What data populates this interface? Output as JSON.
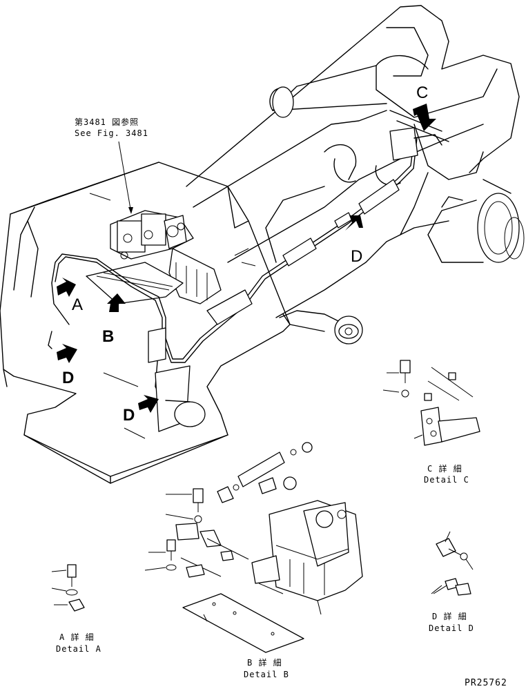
{
  "reference": {
    "jp": "第3481 図参照",
    "en": "See Fig. 3481"
  },
  "view_letters": {
    "c_top": "C",
    "d_rear": "D",
    "a_left": "A",
    "b_left": "B",
    "d_left": "D",
    "d_bottom": "D"
  },
  "details": {
    "c": {
      "jp": "C 詳 細",
      "en": "Detail C"
    },
    "a": {
      "jp": "A 詳 細",
      "en": "Detail A"
    },
    "b": {
      "jp": "B 詳 細",
      "en": "Detail B"
    },
    "d": {
      "jp": "D 詳 細",
      "en": "Detail D"
    }
  },
  "drawing_number": "PR25762"
}
